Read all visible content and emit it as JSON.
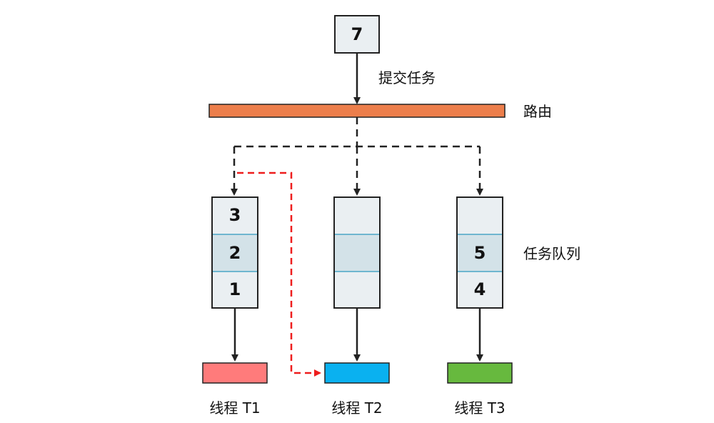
{
  "new_task": {
    "value": "7"
  },
  "labels": {
    "submit": "提交任务",
    "router": "路由",
    "queue": "任务队列"
  },
  "queues": [
    {
      "slots": [
        "3",
        "2",
        "1"
      ]
    },
    {
      "slots": [
        "",
        "",
        ""
      ]
    },
    {
      "slots": [
        "",
        "5",
        "4"
      ]
    }
  ],
  "threads": [
    {
      "label": "线程 T1",
      "color": "#ff7b7b"
    },
    {
      "label": "线程 T2",
      "color": "#0ab1f0"
    },
    {
      "label": "线程 T3",
      "color": "#67b93e"
    }
  ],
  "colors": {
    "router": "#ec7e4b",
    "queue_fill": "#eaeff2",
    "queue_mid_fill": "#d3e2e8",
    "queue_divider": "#4ba5c6",
    "steal_arrow": "#ee1d1d"
  }
}
